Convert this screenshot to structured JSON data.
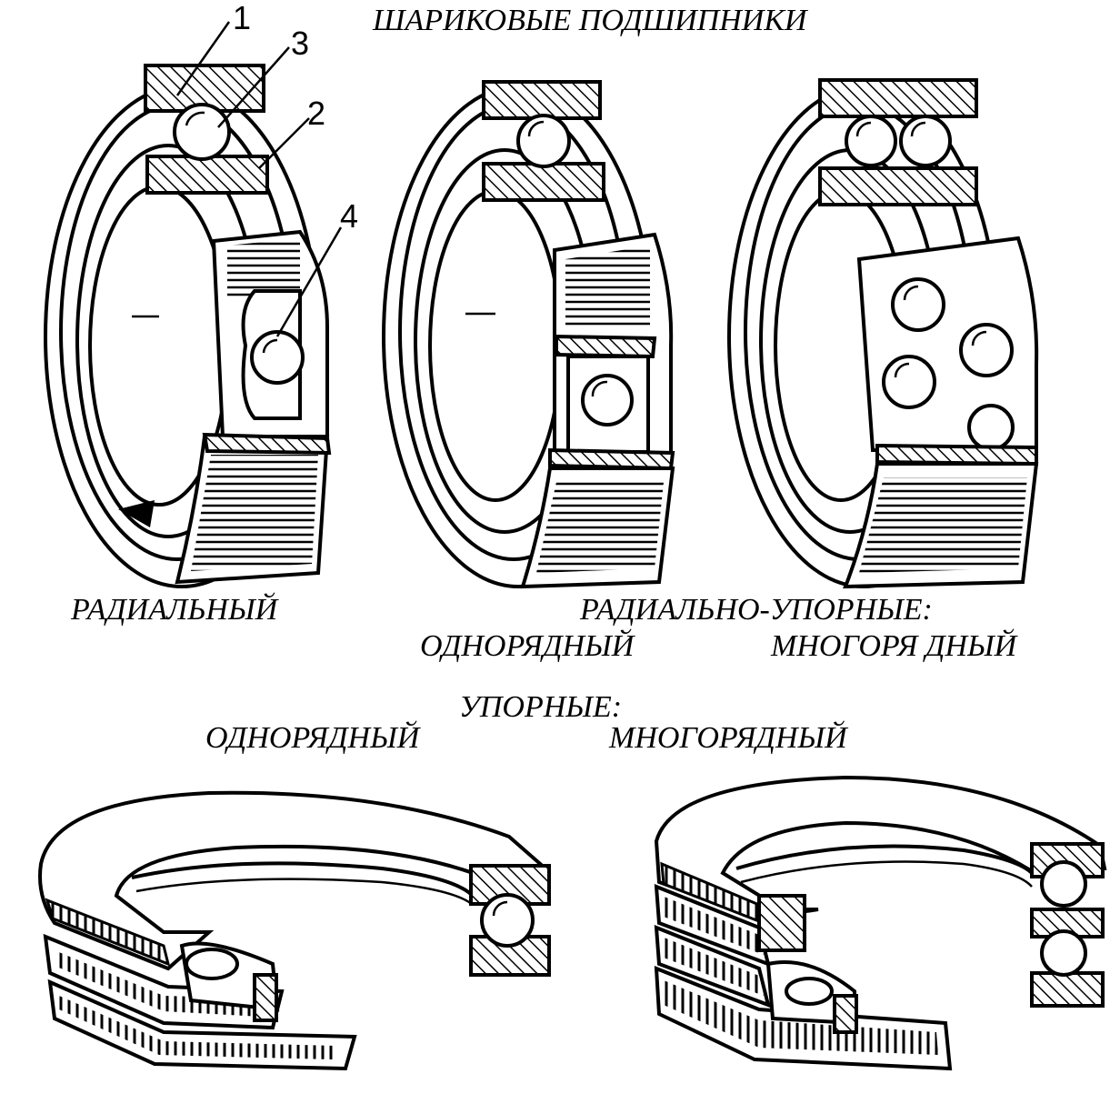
{
  "title": "ШАРИКОВЫЕ   ПОДШИПНИКИ",
  "callouts": [
    "1",
    "3",
    "2",
    "4"
  ],
  "labels": {
    "radial": "РАДИАЛЬНЫЙ",
    "angular_contact": "РАДИАЛЬНО-УПОРНЫЕ:",
    "angular_single": "ОДНОРЯДНЫЙ",
    "angular_multi": "МНОГОРЯ ДНЫЙ",
    "thrust": "УПОРНЫЕ:",
    "thrust_single": "ОДНОРЯДНЫЙ",
    "thrust_multi": "МНОГОРЯДНЫЙ"
  }
}
